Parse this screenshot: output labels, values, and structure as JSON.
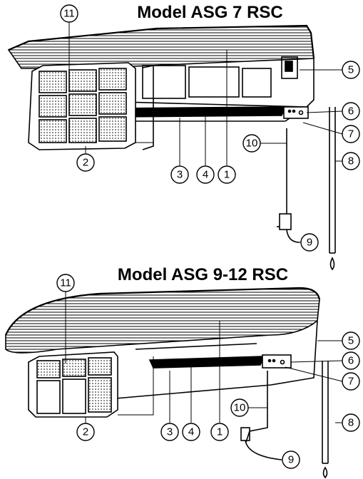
{
  "titles": {
    "top": "Model ASG 7 RSC",
    "bottom": "Model ASG 9-12 RSC"
  },
  "callouts": {
    "n1": "1",
    "n2": "2",
    "n3": "3",
    "n4": "4",
    "n5": "5",
    "n6": "6",
    "n7": "7",
    "n8": "8",
    "n9": "9",
    "n10": "10",
    "n11": "11"
  },
  "colors": {
    "ink": "#000000",
    "paper": "#ffffff"
  }
}
